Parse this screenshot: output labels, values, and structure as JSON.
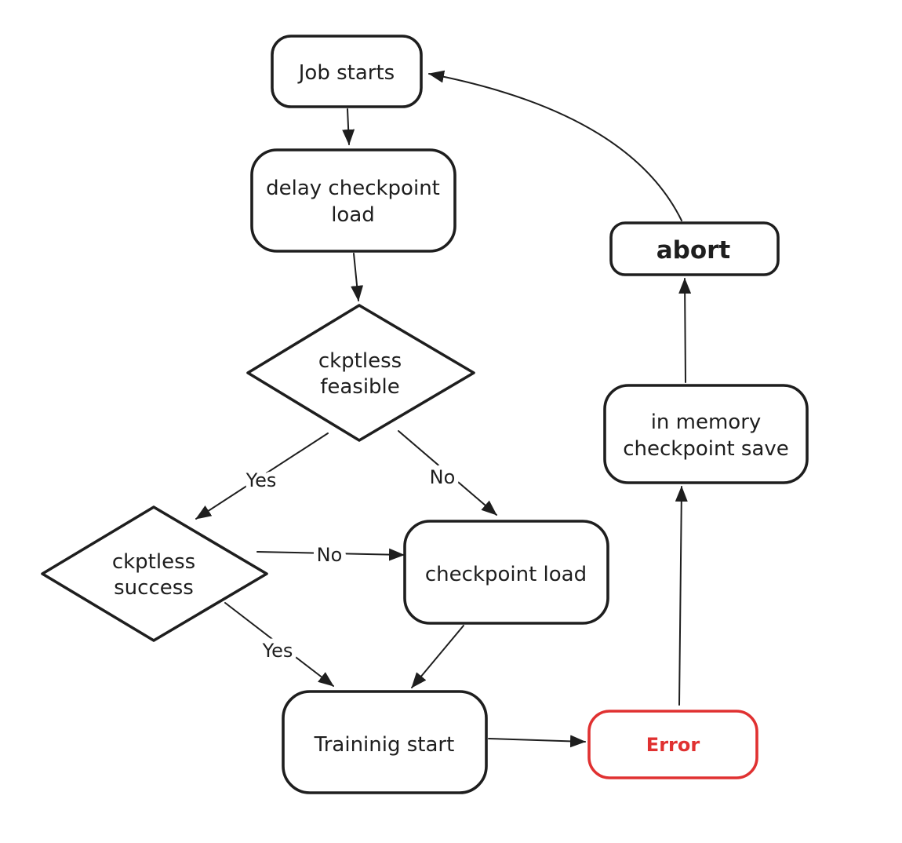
{
  "colors": {
    "ink": "#1e1e1e",
    "error": "#e03131",
    "background": "#ffffff"
  },
  "nodes": {
    "job_starts": {
      "label": "Job starts"
    },
    "delay_checkpoint_load": {
      "line1": "delay checkpoint",
      "line2": "load"
    },
    "ckptless_feasible": {
      "line1": "ckptless",
      "line2": "feasible"
    },
    "ckptless_success": {
      "line1": "ckptless",
      "line2": "success"
    },
    "checkpoint_load": {
      "label": "checkpoint load"
    },
    "training_start": {
      "label": "Traininig start"
    },
    "error": {
      "label": "Error"
    },
    "in_memory_checkpoint_save": {
      "line1": "in memory",
      "line2": "checkpoint save"
    },
    "abort": {
      "label": "abort"
    }
  },
  "edge_labels": {
    "feasible_yes": "Yes",
    "feasible_no": "No",
    "success_no": "No",
    "success_yes": "Yes"
  }
}
